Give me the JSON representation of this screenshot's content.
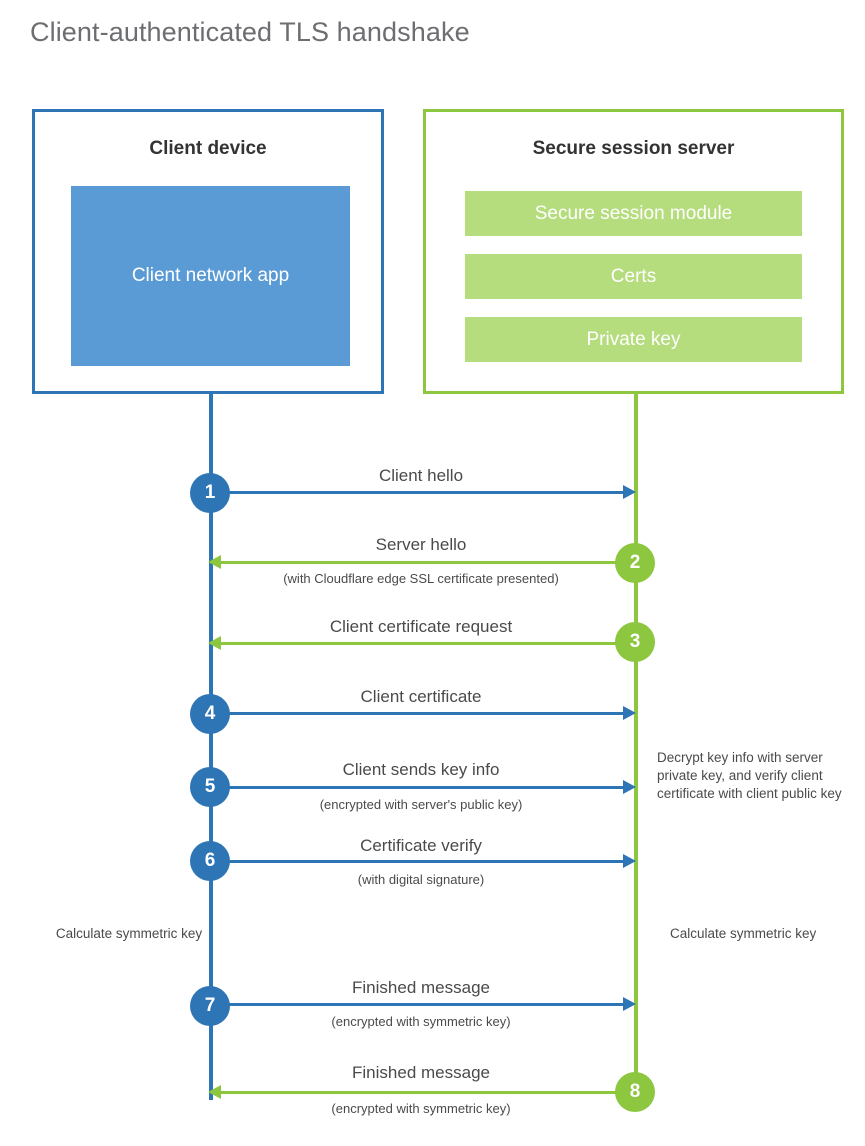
{
  "title": "Client-authenticated TLS handshake",
  "actors": {
    "client": {
      "title": "Client device",
      "app_label": "Client network app",
      "border_color": "#2e75b6",
      "block_color": "#5b9bd5"
    },
    "server": {
      "title": "Secure session server",
      "border_color": "#8dc63f",
      "block_color": "#b5dc7d",
      "blocks": [
        "Secure session module",
        "Certs",
        "Private key"
      ]
    }
  },
  "steps": [
    {
      "number": "1",
      "side": "client",
      "color": "#2e75b6",
      "direction": "right",
      "label": "Client hello",
      "sublabel": ""
    },
    {
      "number": "2",
      "side": "server",
      "color": "#8dc63f",
      "direction": "left",
      "label": "Server hello",
      "sublabel": "(with Cloudflare edge SSL certificate presented)"
    },
    {
      "number": "3",
      "side": "server",
      "color": "#8dc63f",
      "direction": "left",
      "label": "Client certificate request",
      "sublabel": ""
    },
    {
      "number": "4",
      "side": "client",
      "color": "#2e75b6",
      "direction": "right",
      "label": "Client certificate",
      "sublabel": ""
    },
    {
      "number": "5",
      "side": "client",
      "color": "#2e75b6",
      "direction": "right",
      "label": "Client sends key info",
      "sublabel": "(encrypted with server's public key)"
    },
    {
      "number": "6",
      "side": "client",
      "color": "#2e75b6",
      "direction": "right",
      "label": "Certificate verify",
      "sublabel": "(with digital signature)"
    },
    {
      "number": "7",
      "side": "client",
      "color": "#2e75b6",
      "direction": "right",
      "label": "Finished message",
      "sublabel": "(encrypted with symmetric key)"
    },
    {
      "number": "8",
      "side": "server",
      "color": "#8dc63f",
      "direction": "left",
      "label": "Finished message",
      "sublabel": "(encrypted with symmetric key)"
    }
  ],
  "notes": {
    "server_decrypt": "Decrypt key info with server private key, and verify client certificate with client public key",
    "client_calculate": "Calculate symmetric key",
    "server_calculate": "Calculate symmetric key"
  }
}
